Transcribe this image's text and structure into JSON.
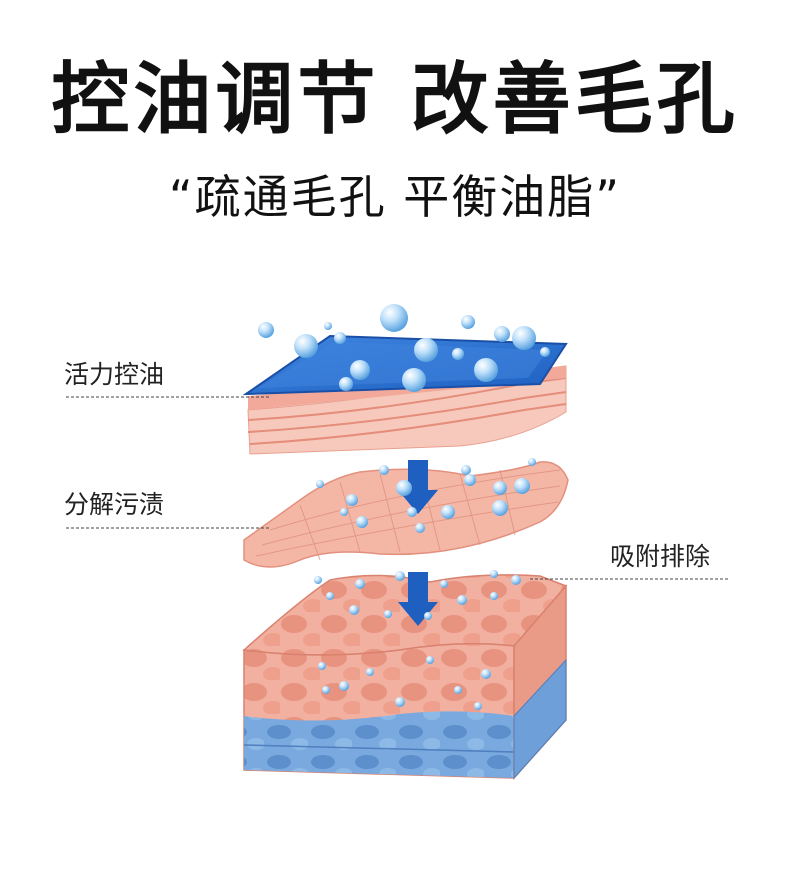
{
  "header": {
    "title": "控油调节 改善毛孔",
    "subtitle": "“疏通毛孔 平衡油脂”"
  },
  "callouts": {
    "top": "活力控油",
    "middle": "分解污渍",
    "right": "吸附排除"
  },
  "colors": {
    "skin_pink": "#F3B3A2",
    "skin_dark": "#E48C7C",
    "oil_blue": "#2B6FD0",
    "oil_blue_light": "#6EA6E8",
    "deep_blue": "#6E9FD8",
    "arrow_blue": "#1E5FC0",
    "bubble": "#8FC6F0"
  },
  "icons": [
    "down-arrow-icon",
    "bubble-icon"
  ]
}
